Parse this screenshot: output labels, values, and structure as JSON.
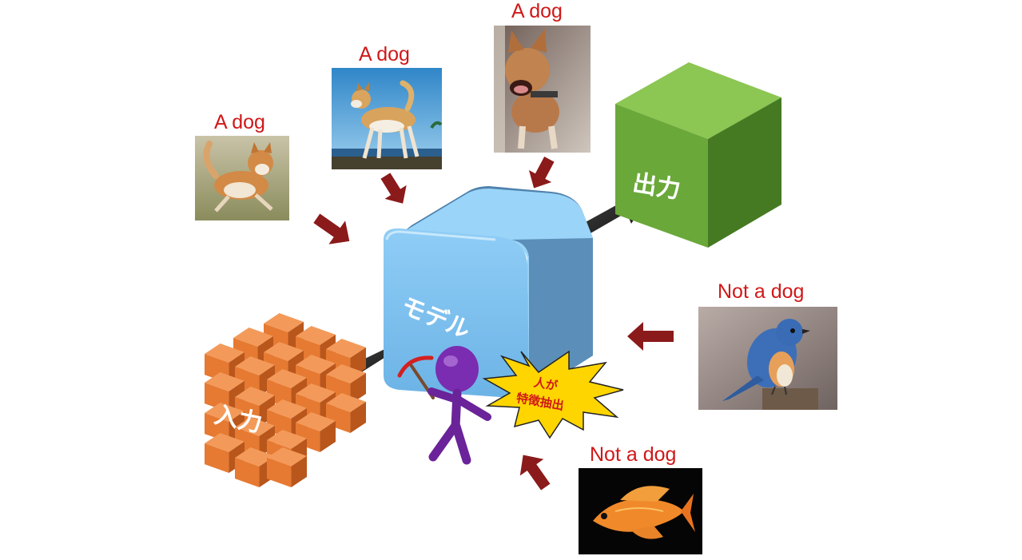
{
  "labels": {
    "dog_1": "A dog",
    "dog_2": "A dog",
    "dog_3": "A dog",
    "not_dog_bird": "Not a dog",
    "not_dog_fish": "Not a dog"
  },
  "blocks": {
    "input": "入力",
    "model": "モデル",
    "output": "出力"
  },
  "burst_text": [
    "人が",
    "特徴抽出"
  ],
  "colors": {
    "label_red": "#d01818",
    "arrow_dark_red": "#8b1a1a",
    "input_orange": "#ed7d31",
    "model_blue": "#7fbff0",
    "output_green": "#6aa83a",
    "person_purple": "#7a2db0",
    "burst_yellow": "#ffd500",
    "connector_black": "#1a1a1a"
  },
  "icons": {
    "input_block": "cube-grid-icon",
    "model_block": "rounded-cube-icon",
    "output_block": "cube-icon",
    "person": "stick-figure-with-pickaxe-icon",
    "burst": "explosion-burst-icon"
  }
}
